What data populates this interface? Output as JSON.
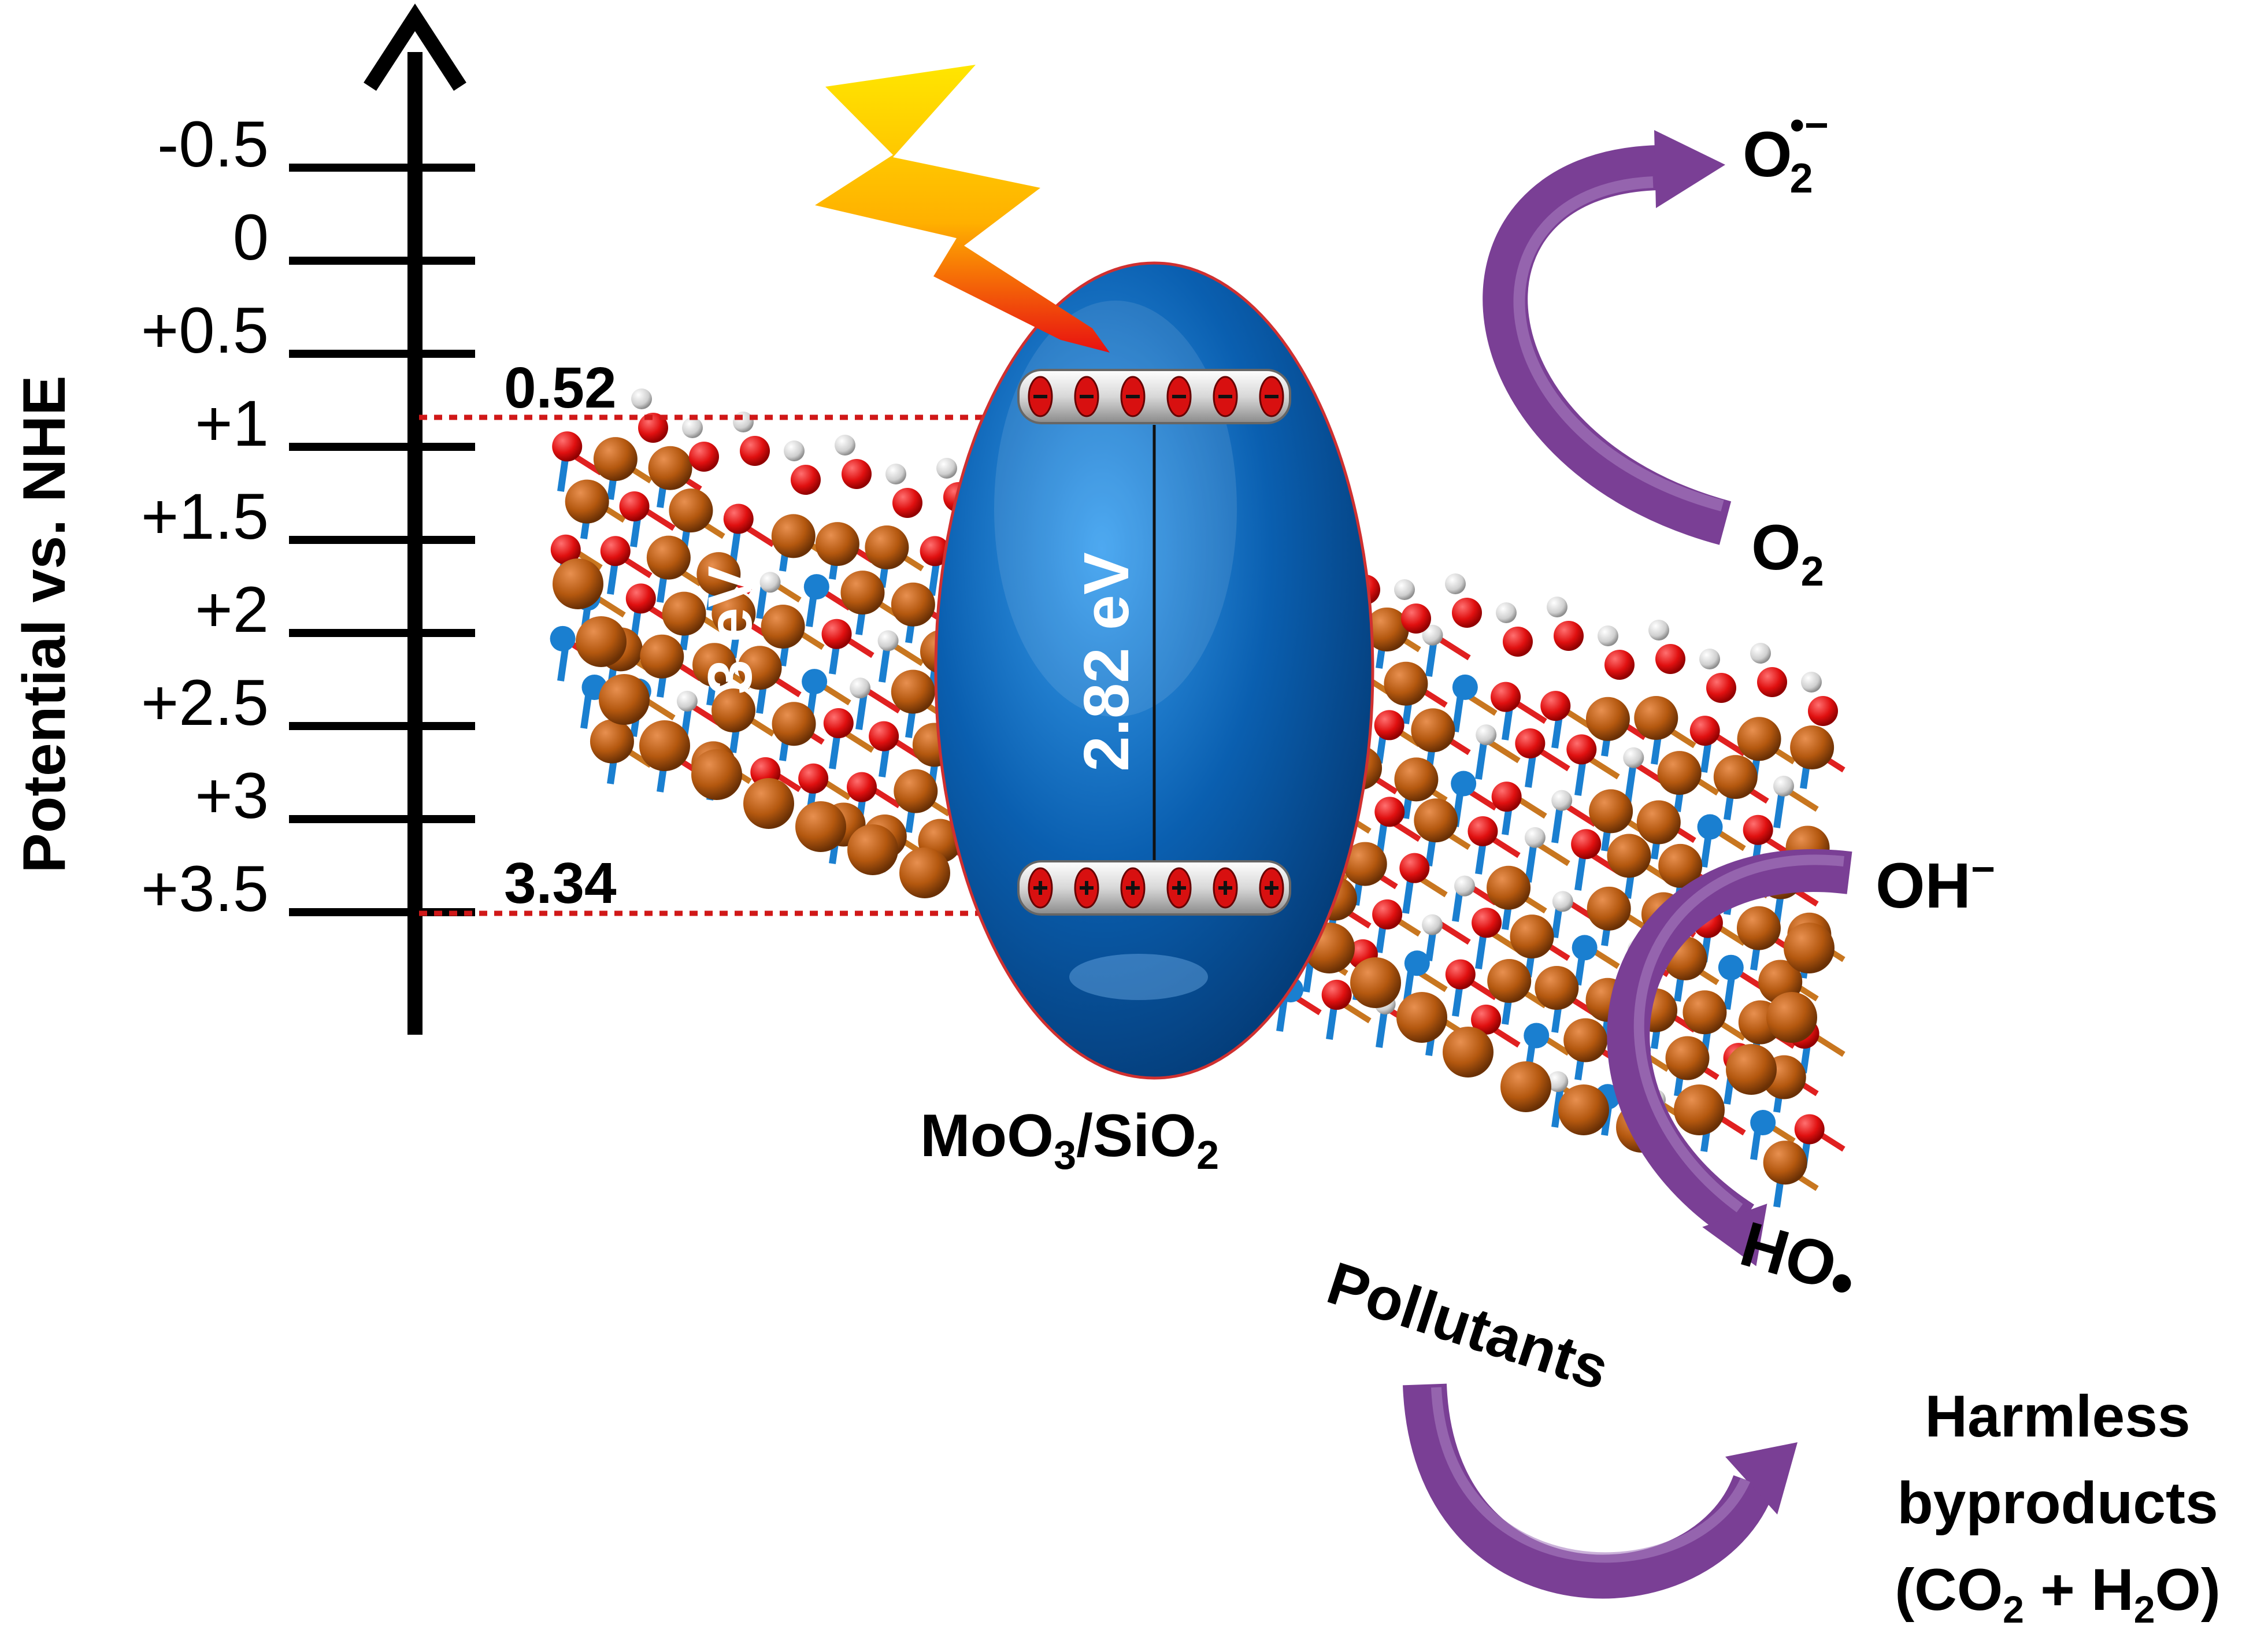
{
  "axis": {
    "label": "Potential vs. NHE",
    "ticks": [
      "-0.5",
      "0",
      "+0.5",
      "+1",
      "+1.5",
      "+2",
      "+2.5",
      "+3",
      "+3.5"
    ]
  },
  "levels": {
    "cb": "0.52",
    "vb": "3.34"
  },
  "catalyst": {
    "band_gap": "2.82 eV",
    "support_gap": "3 eV",
    "name": "MoO",
    "name_sub1": "3",
    "name_mid": "/SiO",
    "name_sub2": "2"
  },
  "species": {
    "o2": "O",
    "o2_sub": "2",
    "superoxide": "O",
    "superoxide_sub": "2",
    "superoxide_sup": "•−",
    "oh_minus": "OH",
    "oh_minus_sup": "−",
    "ho_radical": "HO",
    "ho_dot": "•",
    "pollutants": "Pollutants",
    "byproducts_line1": "Harmless",
    "byproducts_line2": "byproducts",
    "byproducts_line3_a": "(CO",
    "byproducts_line3_sub1": "2",
    "byproducts_line3_b": " + H",
    "byproducts_line3_sub2": "2",
    "byproducts_line3_c": "O)"
  },
  "colors": {
    "lattice_brown": "#b4580f",
    "lattice_red": "#e01010",
    "lattice_blue": "#1a7fd0",
    "ellipse_blue": "#0a5fb0",
    "arrow_purple": "#7a3f95",
    "dotted_red": "#d01818"
  }
}
